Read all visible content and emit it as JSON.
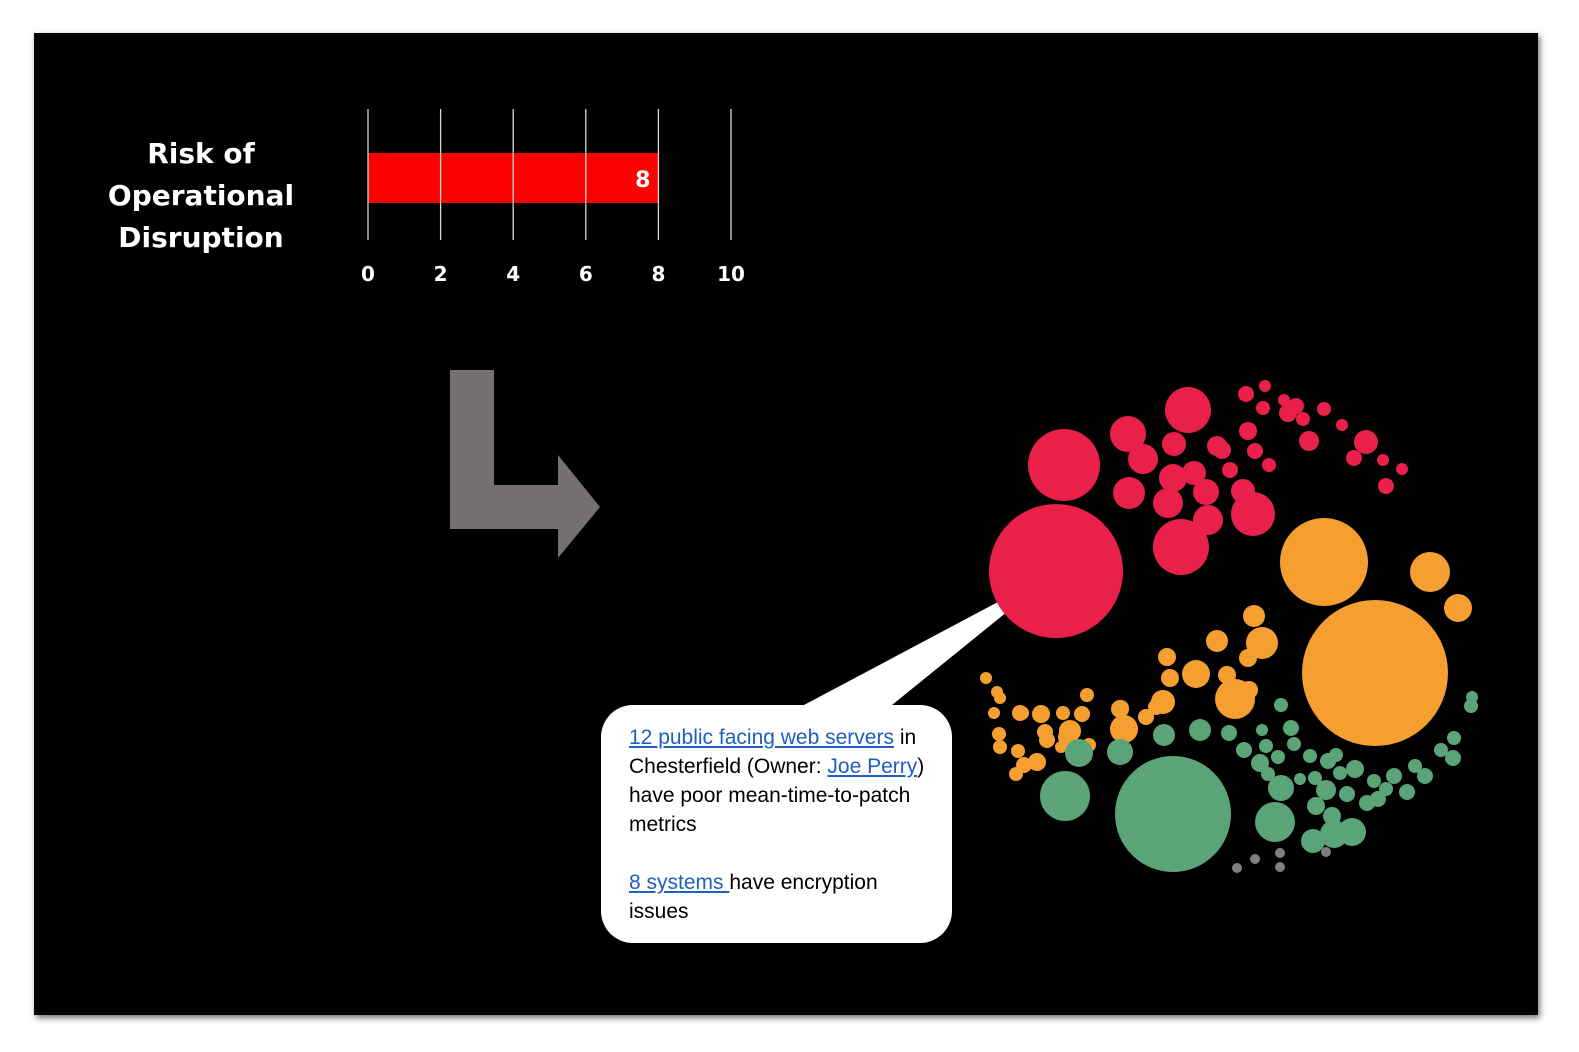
{
  "chart_data": {
    "type": "bar",
    "orientation": "horizontal",
    "title": "Risk of Operational Disruption",
    "categories": [
      "Risk of Operational Disruption"
    ],
    "values": [
      8
    ],
    "data_labels": [
      "8"
    ],
    "xlim": [
      0,
      10
    ],
    "xticks": [
      0,
      2,
      4,
      6,
      8,
      10
    ],
    "xtick_labels": [
      "0",
      "2",
      "4",
      "6",
      "8",
      "10"
    ],
    "grid": true,
    "bar_color": "#ff0000",
    "background_color": "#000000"
  },
  "bubble_cluster": {
    "colors": {
      "red": "#e8204a",
      "orange": "#f59f31",
      "green": "#5ba477",
      "gray": "#7f7f7f"
    }
  },
  "arrow": {
    "icon": "bent-arrow-right-icon",
    "color": "#757171"
  },
  "callout": {
    "link_servers": "12 public facing web servers",
    "text_after_servers": " in Chesterfield (Owner: ",
    "link_owner": "Joe Perry",
    "text_after_owner": ") have poor mean-time-to-patch metrics",
    "link_systems": "8 systems ",
    "text_after_systems": "have encryption issues",
    "link_color": "#1f5fbf"
  }
}
